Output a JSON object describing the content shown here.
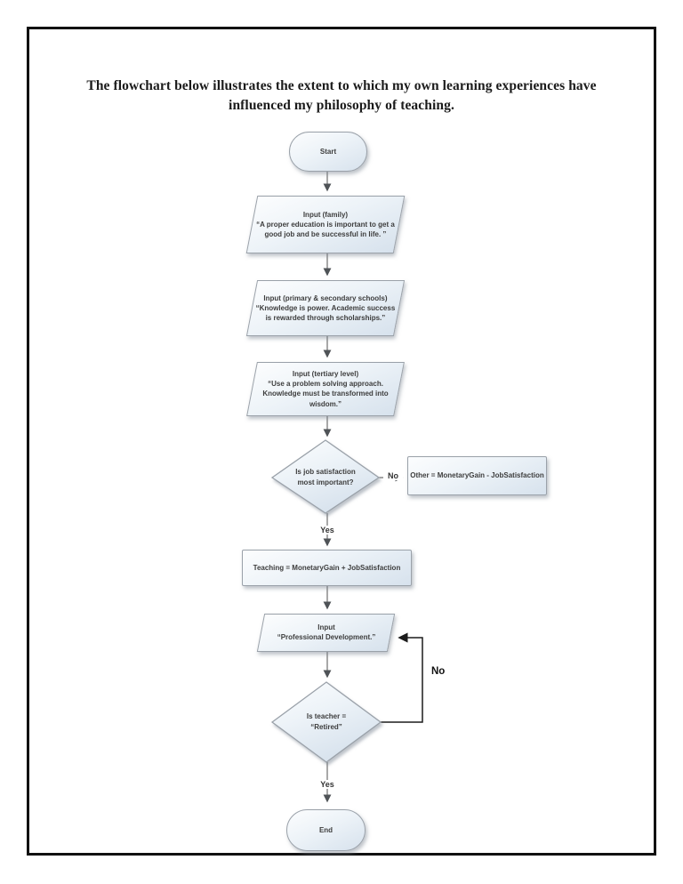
{
  "title": "The flowchart below illustrates the extent to which my own learning experiences have influenced my philosophy of teaching.",
  "nodes": {
    "start": {
      "label": "Start"
    },
    "input_family": {
      "heading": "Input (family)",
      "body": "“A proper education is important to get a good job and be successful in life. ”"
    },
    "input_schools": {
      "heading": "Input (primary & secondary schools)",
      "body": "“Knowledge is power. Academic success is rewarded through scholarships.”"
    },
    "input_tertiary": {
      "heading": "Input (tertiary level)",
      "body": "“Use a problem solving approach. Knowledge must be transformed into wisdom.”"
    },
    "decision_job_satisfaction": {
      "line1": "Is job satisfaction",
      "line2": "most important?"
    },
    "other_formula": {
      "label": "Other = MonetaryGain - JobSatisfaction"
    },
    "teaching_formula": {
      "label": "Teaching = MonetaryGain + JobSatisfaction"
    },
    "input_professional_dev": {
      "heading": "Input",
      "body": "“Professional Development.”"
    },
    "decision_retired": {
      "line1": "Is teacher =",
      "line2": "“Retired”"
    },
    "end": {
      "label": "End"
    }
  },
  "labels": {
    "no_decision1": "No",
    "yes_decision1": "Yes",
    "no_loop": "No",
    "yes_decision2": "Yes"
  },
  "colors": {
    "page_border": "#111111",
    "shape_border": "#9aa1a9",
    "shape_fill_light": "#fcfdfe",
    "shape_fill_mid": "#edf3f8",
    "shape_fill_dark": "#d7e2ed",
    "connector": "#6f6f6f",
    "arrowhead": "#4f5357",
    "loop_line": "#1c1c1c",
    "shape_text": "#3d3d3d",
    "title_text": "#1b1b1b"
  }
}
